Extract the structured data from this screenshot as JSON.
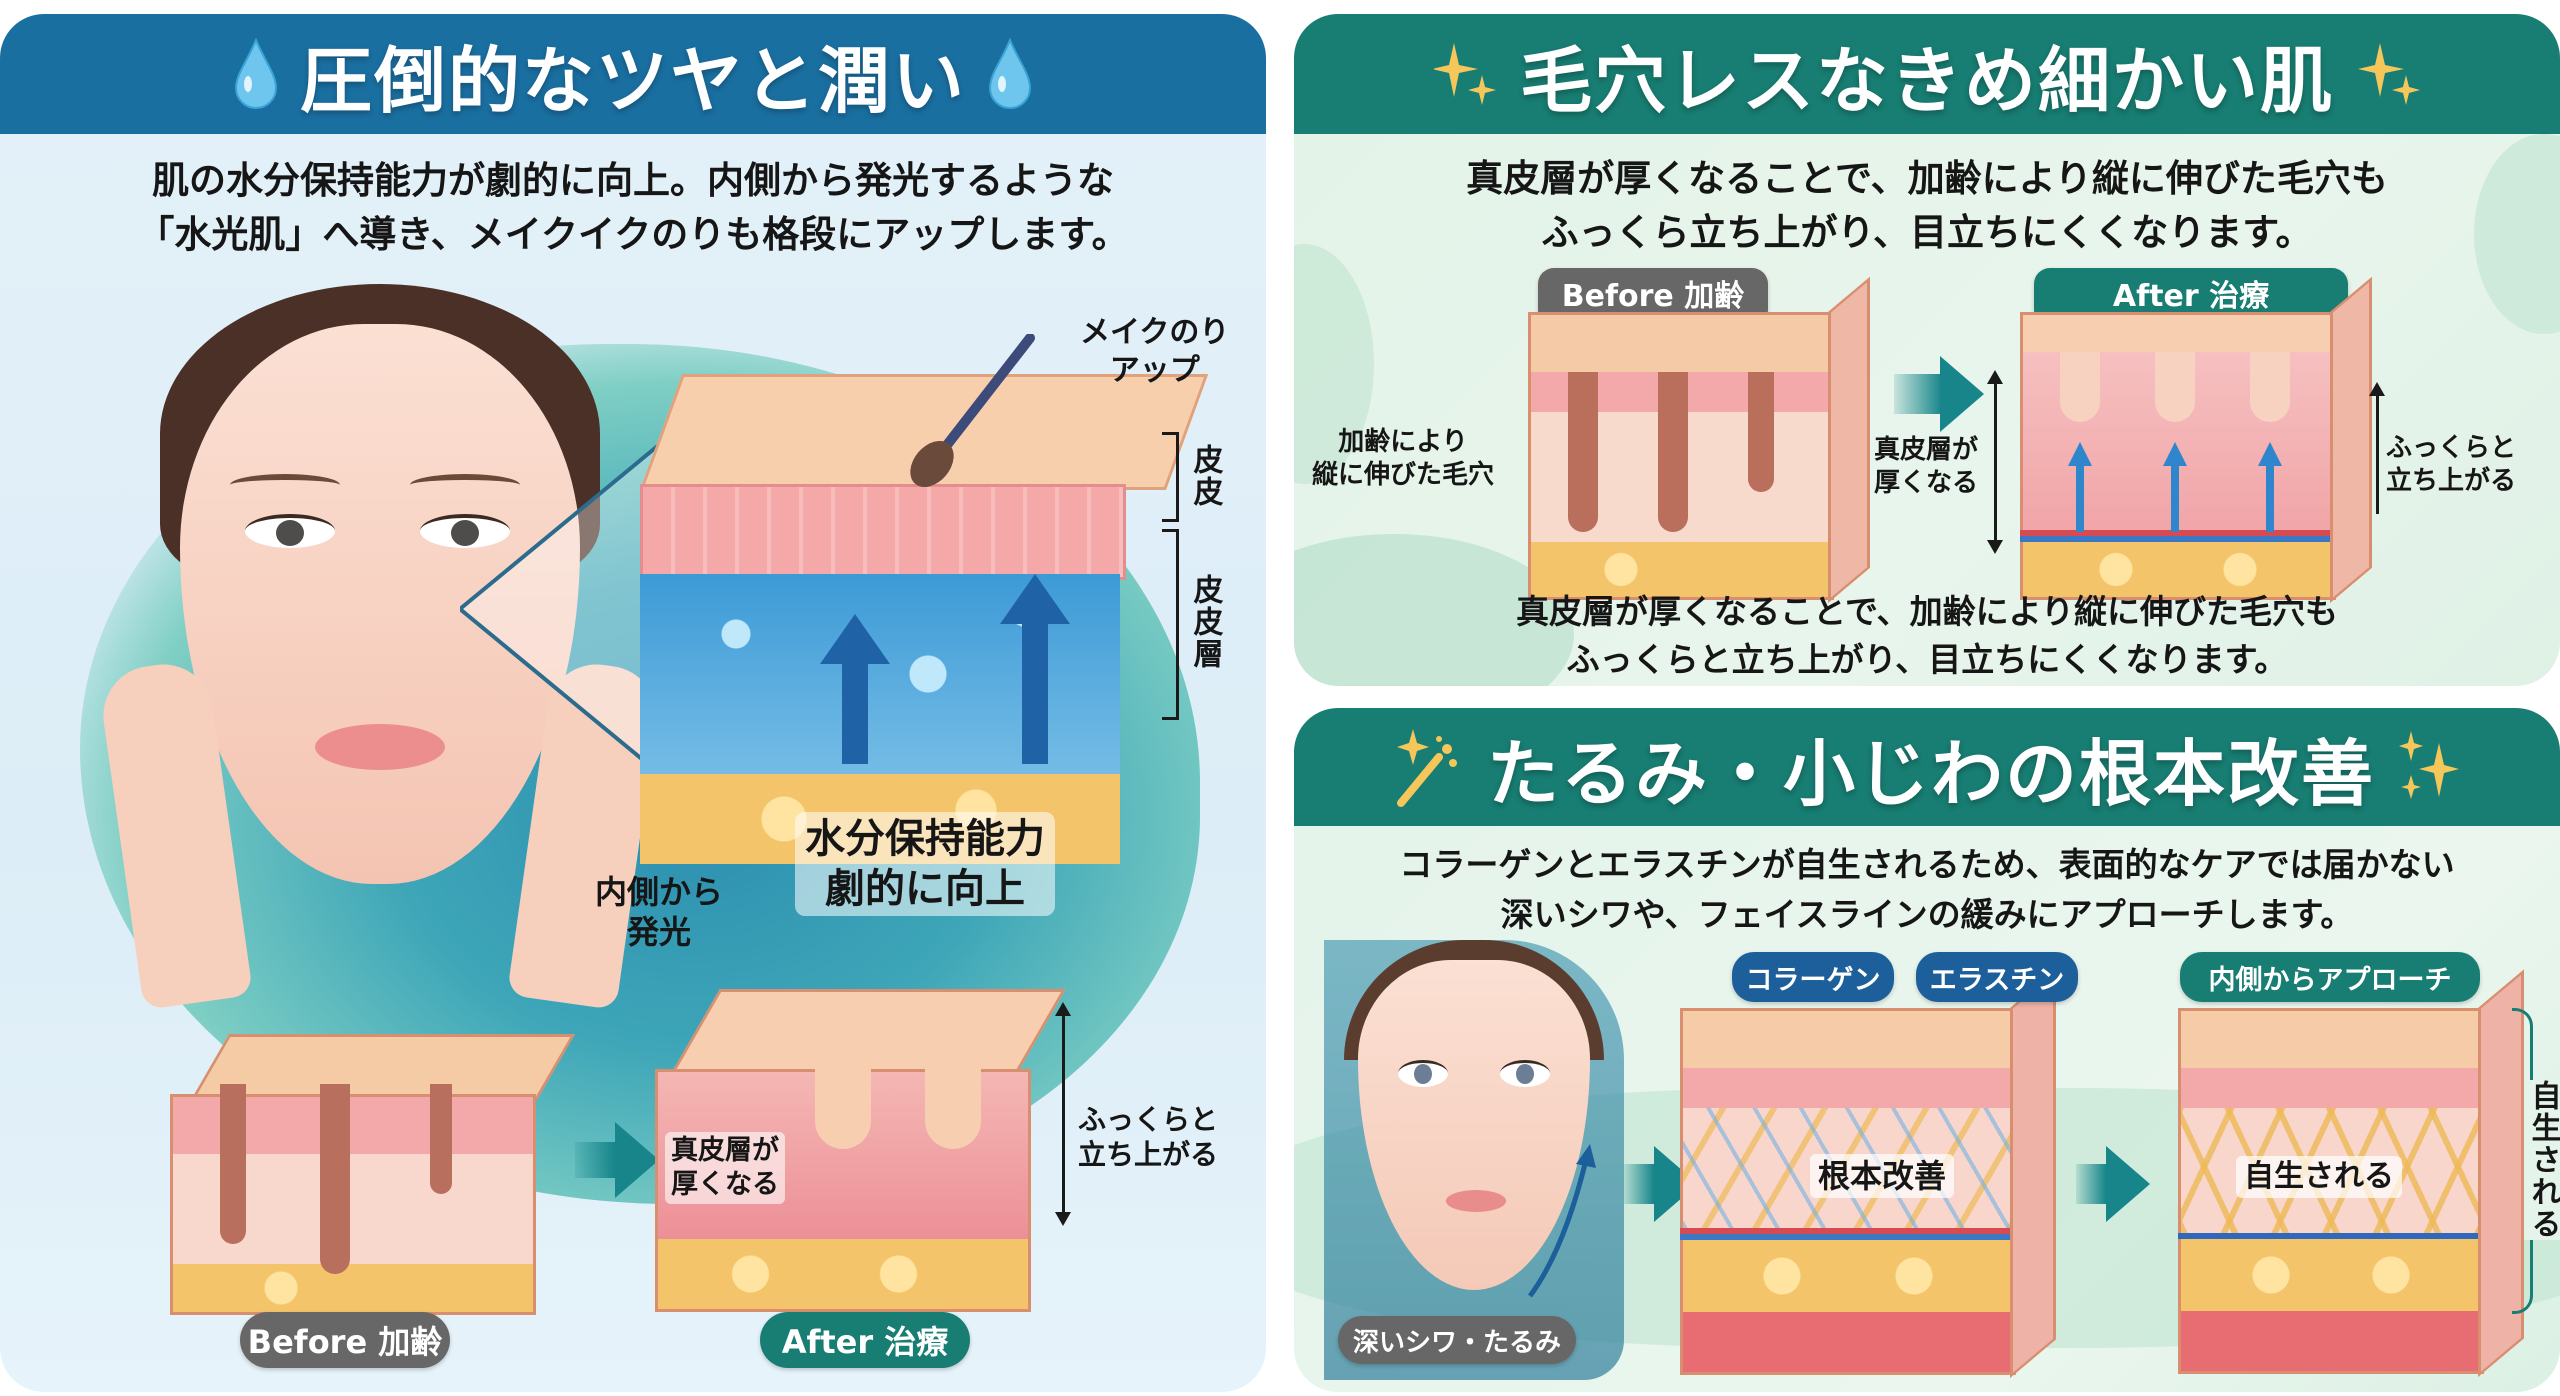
{
  "panels": {
    "left": {
      "title": "圧倒的なツヤと潤い",
      "title_icon": "water-drop-icon",
      "accent_color": "#1a6fa1",
      "description": [
        "肌の水分保持能力が劇的に向上。内側から発光するような",
        "「水光肌」へ導き、メイクイクのりも格段にアップします。"
      ],
      "callouts": {
        "makeup": [
          "メイクのり",
          "アップ"
        ],
        "layer_top": "皮皮",
        "layer_bottom": "皮皮層",
        "glow": [
          "内側から",
          "発光"
        ],
        "moisture": [
          "水分保持能力",
          "劇的に向上"
        ],
        "dermis": [
          "真皮層が",
          "厚くなる"
        ],
        "plump": [
          "ふっくらと",
          "立ち上がる"
        ]
      },
      "before_label": "Before 加齢",
      "after_label": "After 治療"
    },
    "top_right": {
      "title": "毛穴レスなきめ細かい肌",
      "title_icon": "sparkle-icon",
      "accent_color": "#187d72",
      "description": [
        "真皮層が厚くなることで、加齢により縦に伸びた毛穴も",
        "ふっくら立ち上がり、目立ちにくくなります。"
      ],
      "before_label": "Before 加齢",
      "after_label": "After 治療",
      "callouts": {
        "pores": [
          "加齢により",
          "縦に伸びた毛穴"
        ],
        "dermis": [
          "真皮層が",
          "厚くなる"
        ],
        "plump": [
          "ふっくらと",
          "立ち上がる"
        ]
      },
      "footer": [
        "真皮層が厚くなることで、加齢により縦に伸びた毛穴も",
        "ふっくらと立ち上がり、目立ちにくくなります。"
      ]
    },
    "bottom_right": {
      "title": "たるみ・小じわの根本改善",
      "title_icon": "magic-wand-icon",
      "accent_color": "#187d72",
      "description": [
        "コラーゲンとエラスチンが自生されるため、表面的なケアでは届かない",
        "深いシワや、フェイスラインの緩みにアプローチします。"
      ],
      "face_label": "深いシワ・たるみ",
      "collagen_label": "コラーゲン",
      "elastin_label": "エラスチン",
      "approach_label": "内側からアプローチ",
      "center_label": "根本改善",
      "regen_label": "自生される",
      "regen_side_label": "自生される"
    }
  }
}
